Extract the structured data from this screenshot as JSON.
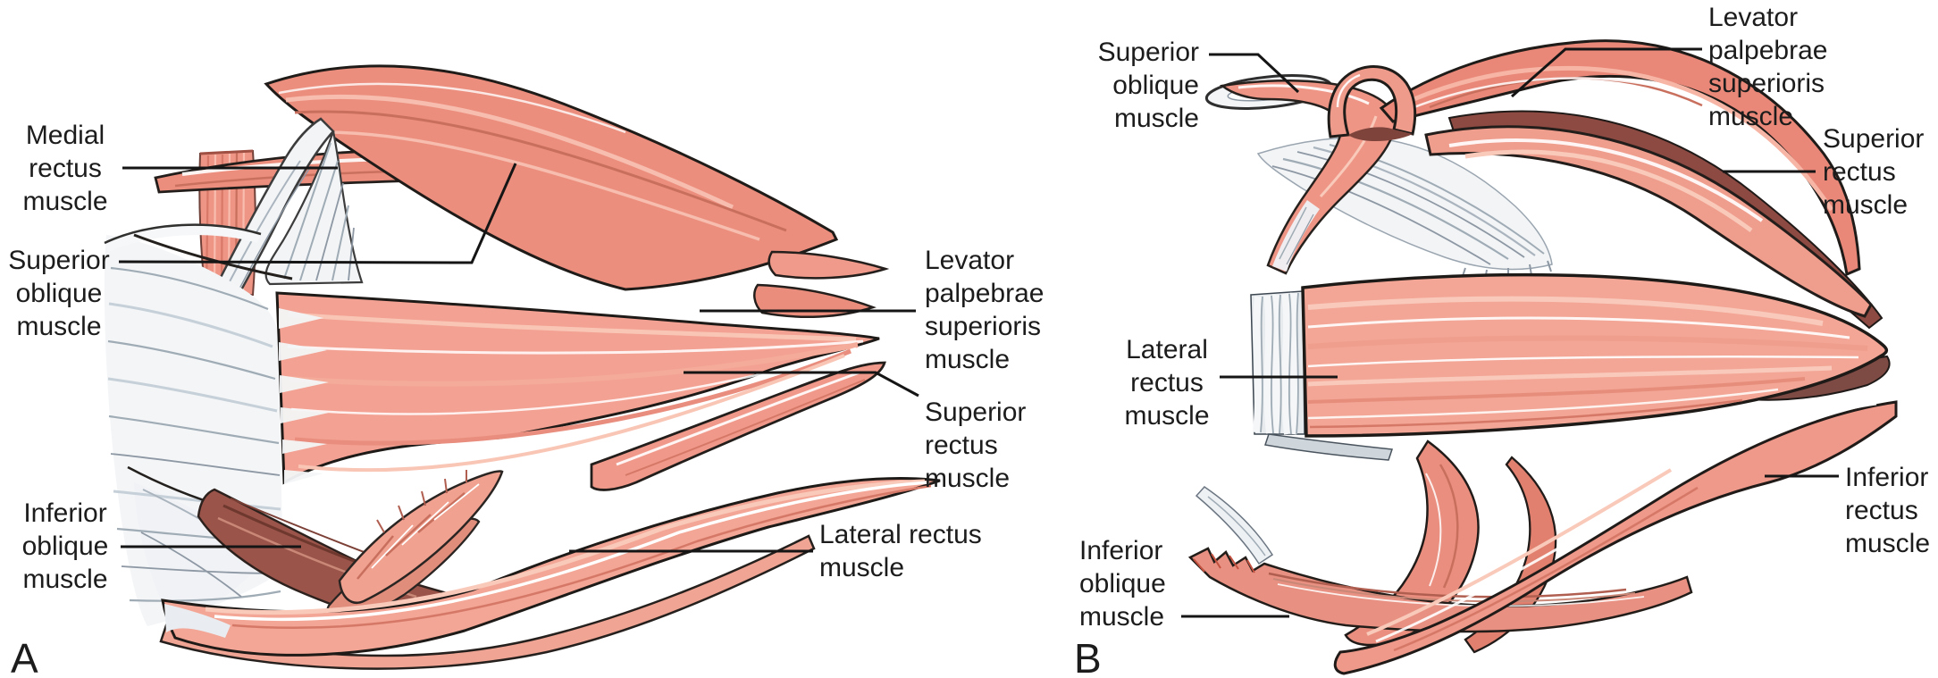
{
  "figure": {
    "panels": [
      {
        "letter": "A",
        "labels": [
          {
            "name": "medial-rectus",
            "text": "Medial\nrectus\nmuscle"
          },
          {
            "name": "superior-oblique",
            "text": "Superior\noblique\nmuscle"
          },
          {
            "name": "inferior-oblique",
            "text": "Inferior\noblique\nmuscle"
          },
          {
            "name": "levator-palpebrae-superioris",
            "text": "Levator\npalpebrae\nsuperioris\nmuscle"
          },
          {
            "name": "superior-rectus",
            "text": "Superior\nrectus\nmuscle"
          },
          {
            "name": "lateral-rectus",
            "text": "Lateral rectus\nmuscle"
          }
        ]
      },
      {
        "letter": "B",
        "labels": [
          {
            "name": "superior-oblique",
            "text": "Superior\noblique\nmuscle"
          },
          {
            "name": "levator-palpebrae-superioris",
            "text": "Levator\npalpebrae\nsuperioris\nmuscle"
          },
          {
            "name": "superior-rectus",
            "text": "Superior\nrectus\nmuscle"
          },
          {
            "name": "lateral-rectus",
            "text": "Lateral\nrectus\nmuscle"
          },
          {
            "name": "inferior-oblique",
            "text": "Inferior\noblique\nmuscle"
          },
          {
            "name": "inferior-rectus",
            "text": "Inferior\nrectus\nmuscle"
          }
        ]
      }
    ],
    "colors": {
      "background": "#ffffff",
      "outline": "#201c19",
      "muscle_salmon": "#ec8e7e",
      "muscle_light": "#f3a695",
      "muscle_highlight": "#fbd9cd",
      "muscle_shadow": "#a4544a",
      "muscle_maroon": "#7e443c",
      "tendon_white": "#f2f4f6",
      "tendon_gray": "#9fabb5",
      "label_text": "#1c1c1c",
      "leader_line": "#151515"
    }
  }
}
